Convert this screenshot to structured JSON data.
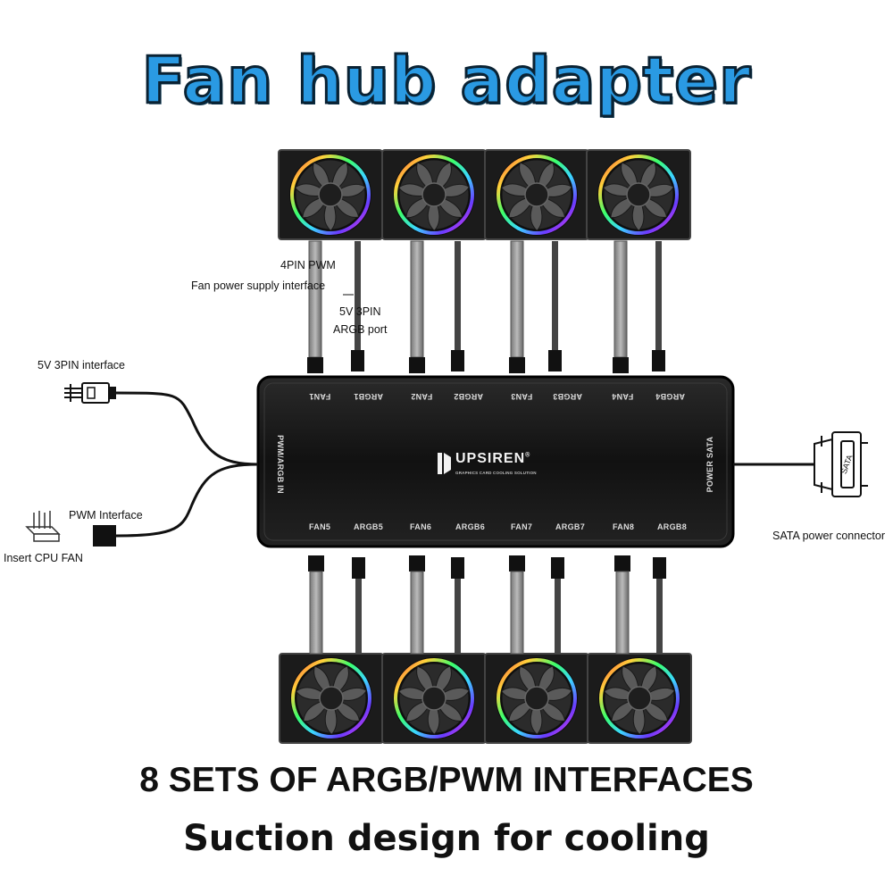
{
  "title": "Fan hub adapter",
  "callouts": {
    "pwm_4pin_line1": "4PIN PWM",
    "pwm_4pin_line2": "Fan power supply interface",
    "argb_3pin_line1": "5V 3PIN",
    "argb_3pin_line2": "ARGB port",
    "input_3pin": "5V 3PIN interface",
    "pwm_interface": "PWM Interface",
    "insert_cpu_fan": "Insert CPU FAN",
    "sata": "SATA power connector"
  },
  "hub": {
    "brand": "UPSIREN",
    "brand_mark": "®",
    "brand_sub": "GRAPHICS CARD COOLING SOLUTION",
    "left_port": "PWM/ARGB IN",
    "right_port": "POWER SATA",
    "top_ports": [
      "FAN1",
      "ARGB1",
      "FAN2",
      "ARGB2",
      "FAN3",
      "ARGB3",
      "FAN4",
      "ARGB4"
    ],
    "bottom_ports": [
      "FAN5",
      "ARGB5",
      "FAN6",
      "ARGB6",
      "FAN7",
      "ARGB7",
      "FAN8",
      "ARGB8"
    ]
  },
  "sata_connector_label": "SATA",
  "heading": "8 SETS OF ARGB/PWM INTERFACES",
  "subheading": "Suction design for cooling",
  "colors": {
    "title_fill": "#2a9ae3",
    "hub_body": "#151515",
    "ring_gradient": [
      "#ff3b3b",
      "#ffd23b",
      "#3bff6a",
      "#3bd7ff",
      "#6a3bff",
      "#ff3bd7"
    ]
  }
}
